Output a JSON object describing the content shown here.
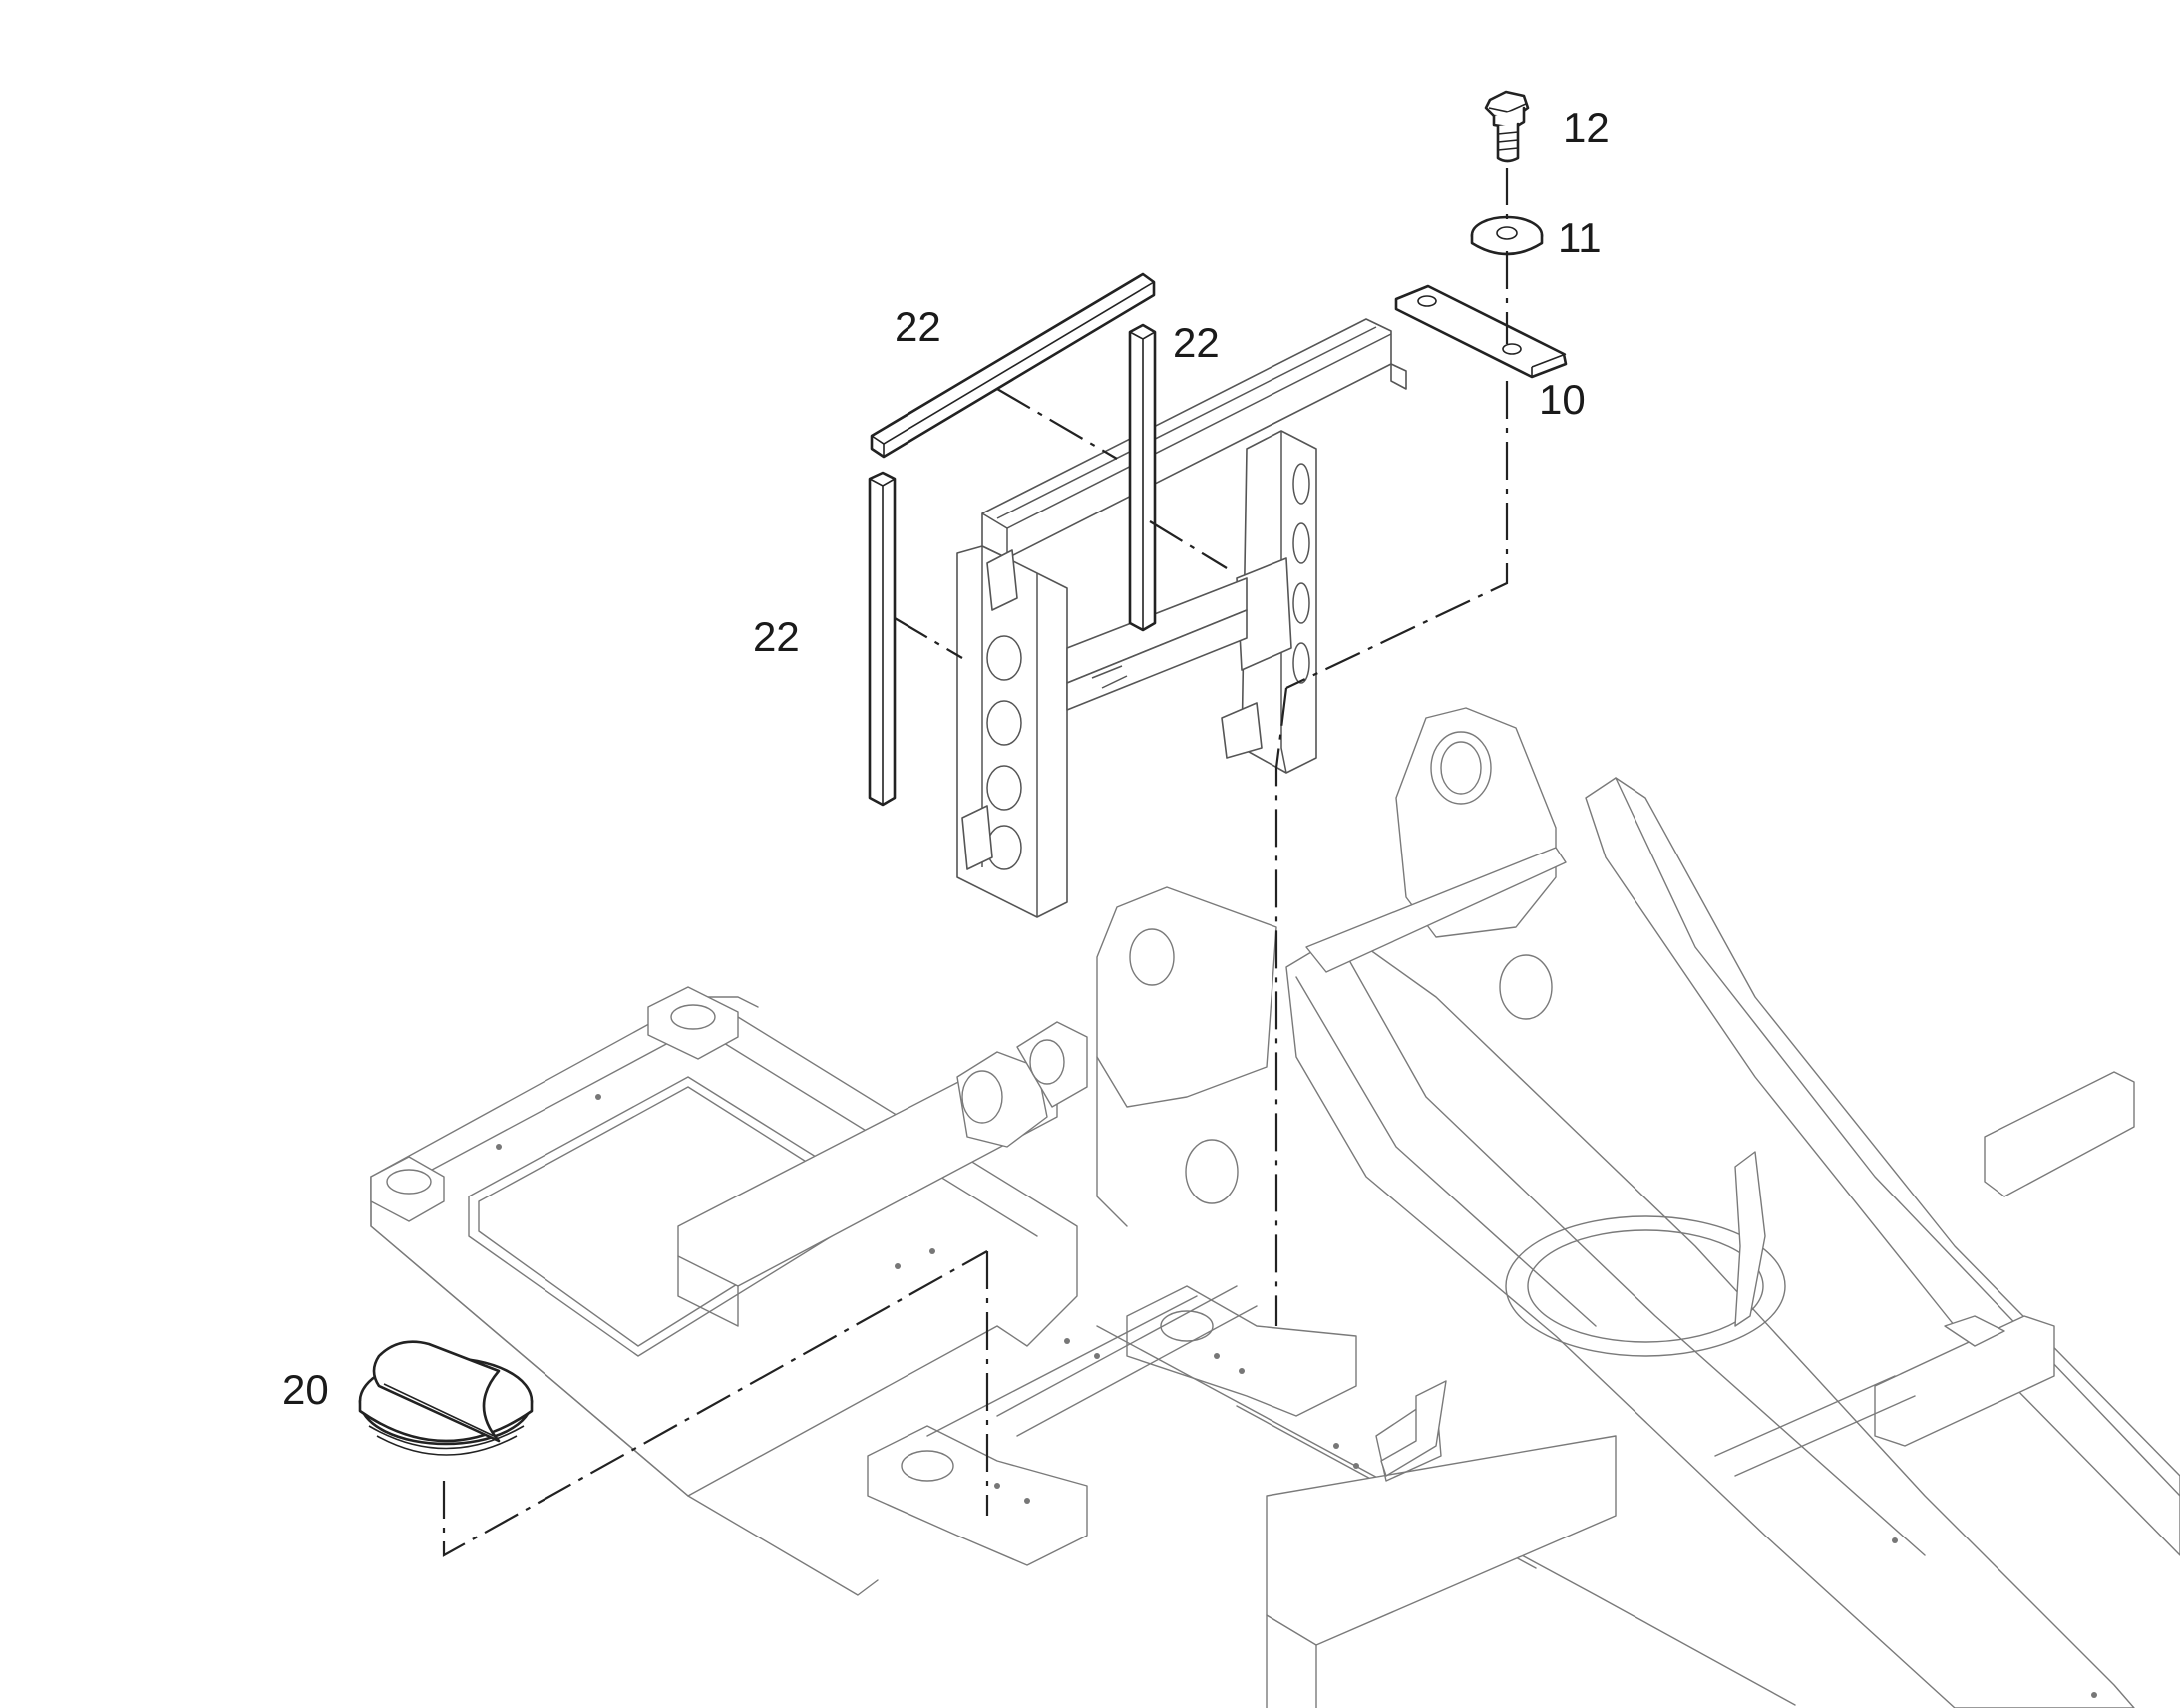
{
  "callouts": {
    "c12": "12",
    "c11": "11",
    "c10": "10",
    "c22a": "22",
    "c22b": "22",
    "c22c": "22",
    "c20": "20"
  },
  "colors": {
    "part_stroke": "#222222",
    "context_stroke": "#7a7a7a",
    "background": "#ffffff"
  }
}
